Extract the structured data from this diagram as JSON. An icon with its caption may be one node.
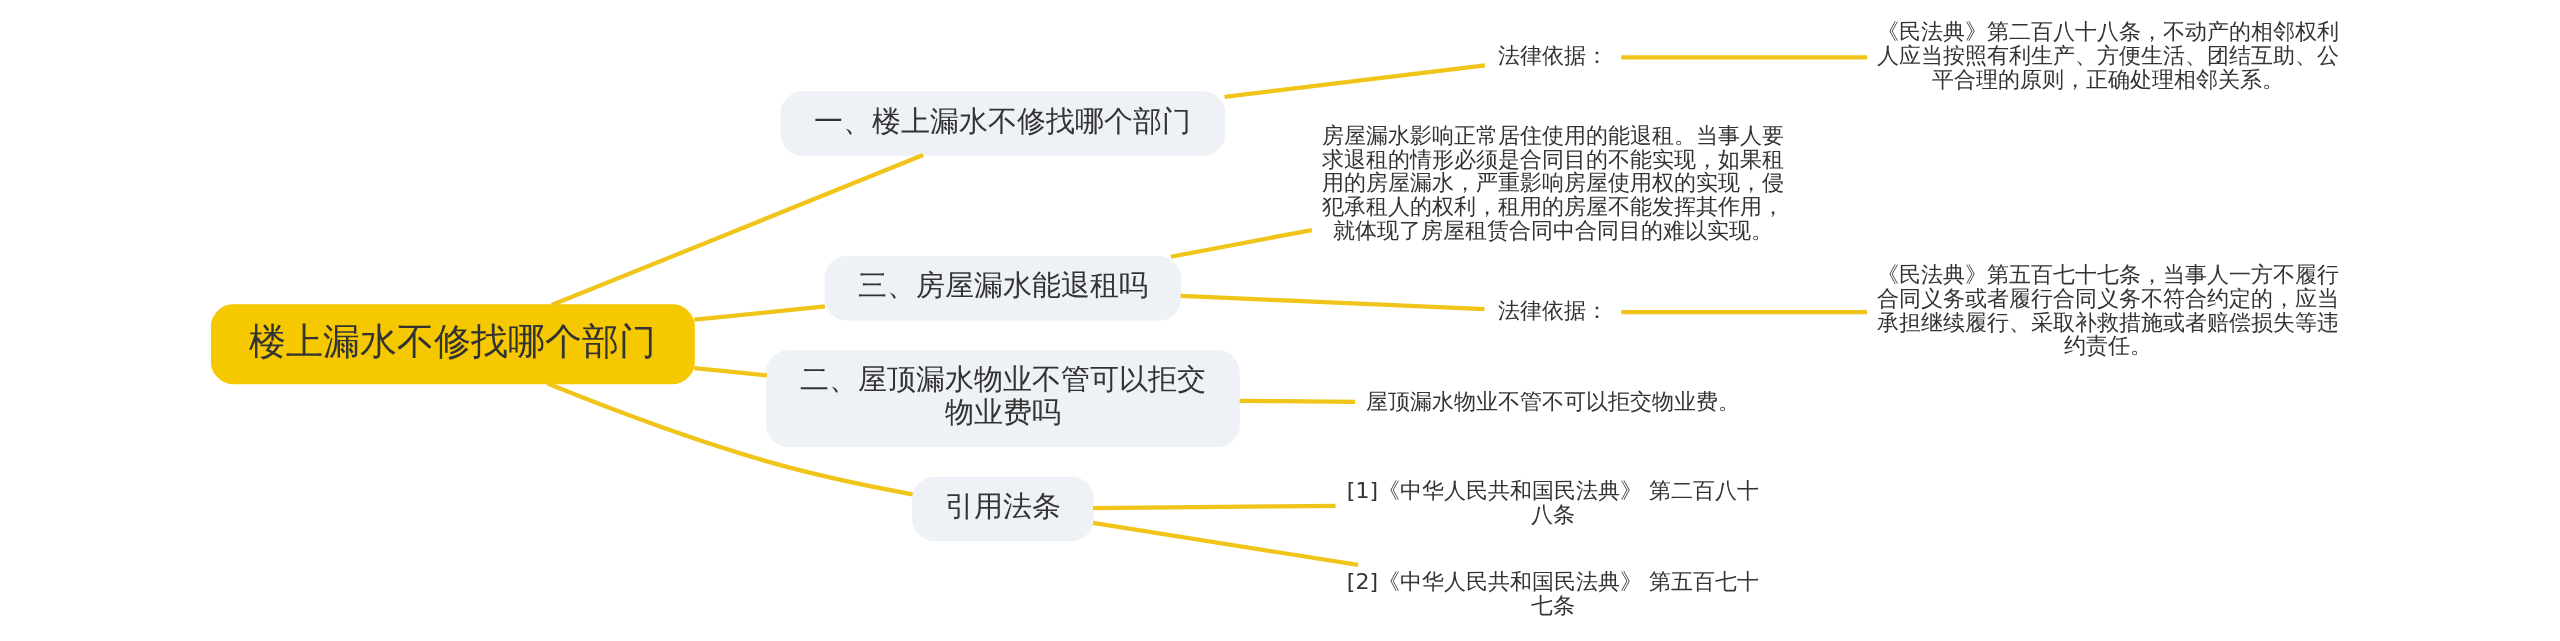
{
  "diagram": {
    "nodes": [
      {
        "text": [
          "楼上漏水不修找哪个部门"
        ]
      },
      {
        "text": [
          "一、楼上漏水不修找哪个部门"
        ]
      },
      {
        "text": [
          "法律依据："
        ]
      },
      {
        "text": [
          "《民法典》第二百八十八条，不动产的相邻权利人应当按照有利生产、方便生活、团结互助、公平合理的原则，正确处理相邻关系。"
        ]
      },
      {
        "text": [
          "三、房屋漏水能退租吗"
        ]
      },
      {
        "text": [
          "房屋漏水影响正常居住使用的能退租。当事人要求退租的情形必须是合同目的不能实现，如果租用的房屋漏水，严重影响房屋使用权的实现，侵犯承租人的权利，租用的房屋不能发挥其作用，就体现了房屋租赁合同中合同目的难以实现。"
        ]
      },
      {
        "text": [
          "法律依据："
        ]
      },
      {
        "text": [
          "《民法典》第五百七十七条，当事人一方不履行合同义务或者履行合同义务不符合约定的，应当承担继续履行、采取补救措施或者赔偿损失等违约责任。"
        ]
      },
      {
        "text": [
          "二、屋顶漏水物业不管可以拒交物业费吗"
        ]
      },
      {
        "text": [
          "屋顶漏水物业不管不可以拒交物业费。"
        ]
      },
      {
        "text": [
          "引用法条"
        ]
      },
      {
        "text": [
          "[1]《中华人民共和国民法典》 第二百八十八条"
        ]
      },
      {
        "text": [
          "[2]《中华人民共和国民法典》 第五百七十七条"
        ]
      }
    ],
    "edges": [
      {
        "from": 0,
        "to": 1,
        "arrow": "none"
      },
      {
        "from": 1,
        "to": 2,
        "arrow": "none"
      },
      {
        "from": 2,
        "to": 3,
        "arrow": "none"
      },
      {
        "from": 0,
        "to": 4,
        "arrow": "none"
      },
      {
        "from": 4,
        "to": 5,
        "arrow": "none"
      },
      {
        "from": 4,
        "to": 6,
        "arrow": "none"
      },
      {
        "from": 6,
        "to": 7,
        "arrow": "none"
      },
      {
        "from": 0,
        "to": 8,
        "arrow": "none"
      },
      {
        "from": 8,
        "to": 9,
        "arrow": "none"
      },
      {
        "from": 0,
        "to": 10,
        "arrow": "none"
      },
      {
        "from": 10,
        "to": 11,
        "arrow": "none"
      },
      {
        "from": 10,
        "to": 12,
        "arrow": "none"
      }
    ]
  }
}
